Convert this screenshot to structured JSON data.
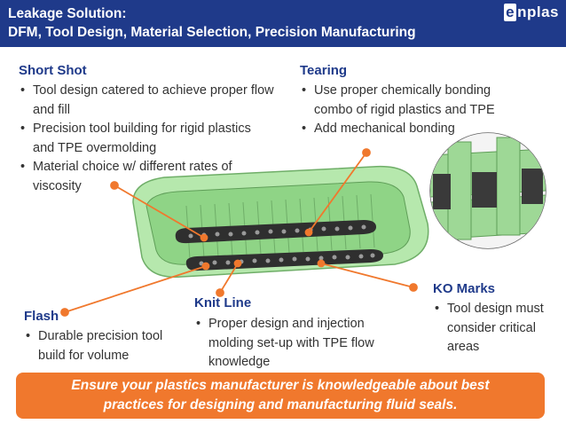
{
  "header": {
    "title_line1": "Leakage Solution:",
    "title_line2": "DFM, Tool Design, Material Selection, Precision Manufacturing",
    "logo_text": "nplas",
    "logo_mark": "e"
  },
  "sections": {
    "short_shot": {
      "title": "Short Shot",
      "bullets": [
        "Tool design catered to achieve proper flow and fill",
        "Precision tool building for rigid plastics and TPE overmolding",
        "Material choice w/ different rates of viscosity"
      ]
    },
    "tearing": {
      "title": "Tearing",
      "bullets": [
        "Use proper chemically bonding combo of rigid plastics and TPE",
        "Add mechanical bonding"
      ]
    },
    "flash": {
      "title": "Flash",
      "bullets": [
        "Durable precision tool build for volume"
      ]
    },
    "knit_line": {
      "title": "Knit Line",
      "bullets": [
        "Proper design and injection molding set-up with TPE flow knowledge"
      ]
    },
    "ko_marks": {
      "title": "KO Marks",
      "bullets": [
        "Tool design must consider critical areas"
      ]
    }
  },
  "banner": {
    "line1": "Ensure your plastics manufacturer is knowledgeable about best",
    "line2": "practices for designing and manufacturing fluid seals."
  },
  "colors": {
    "header_bg": "#1f3a8a",
    "accent_orange": "#f0782d",
    "part_green": "#a9e3a0",
    "seal_dark": "#3a3a3a"
  }
}
